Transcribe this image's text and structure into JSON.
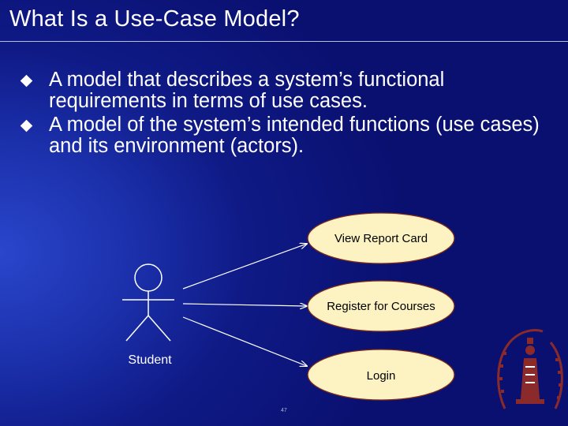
{
  "slide": {
    "title": "What Is a Use-Case Model?",
    "bullets": [
      "A model that describes a system’s functional requirements in terms of use cases.",
      "A model of the system’s intended functions (use cases) and its environment (actors)."
    ],
    "page_number": "47"
  },
  "diagram": {
    "actor": {
      "label": "Student"
    },
    "use_cases": [
      {
        "label": "View Report Card"
      },
      {
        "label": "Register for Courses"
      },
      {
        "label": "Login"
      }
    ]
  },
  "colors": {
    "background": "#0a1070",
    "use_case_fill": "#fdf3c2",
    "use_case_stroke": "#7a2a1a",
    "text": "#ffffff"
  },
  "icons": {
    "logo": "university-seal-logo",
    "bullet": "diamond-bullet-icon"
  }
}
